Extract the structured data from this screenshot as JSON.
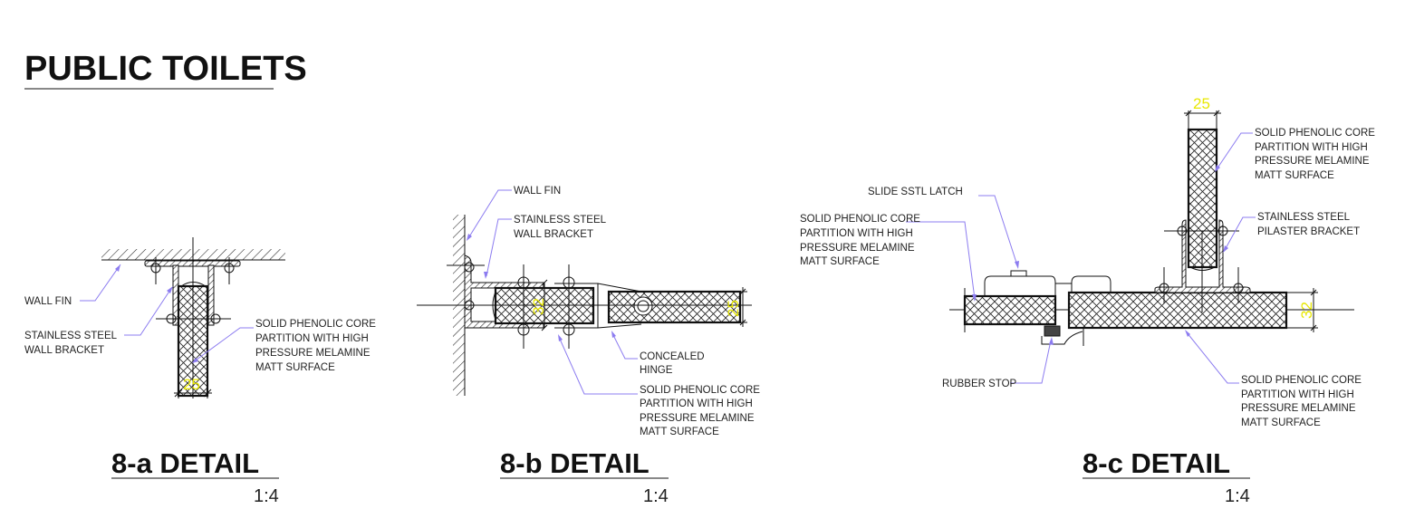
{
  "title": "PUBLIC TOILETS",
  "colors": {
    "leader": "#8c7cf0",
    "dimension_text": "#e8e800",
    "line": "#111111"
  },
  "details": {
    "a": {
      "title": "8-a DETAIL",
      "scale": "1:4",
      "dimension": "25",
      "labels": {
        "wall_fin": [
          "WALL FIN"
        ],
        "bracket": [
          "STAINLESS STEEL",
          "WALL BRACKET"
        ],
        "partition": [
          "SOLID PHENOLIC CORE",
          "PARTITION WITH HIGH",
          "PRESSURE MELAMINE",
          "MATT SURFACE"
        ]
      }
    },
    "b": {
      "title": "8-b DETAIL",
      "scale": "1:4",
      "dimension_panel": "32",
      "dimension_door": "25",
      "labels": {
        "wall_fin": [
          "WALL FIN"
        ],
        "bracket": [
          "STAINLESS STEEL",
          "WALL BRACKET"
        ],
        "hinge": [
          "CONCEALED",
          "HINGE"
        ],
        "partition": [
          "SOLID PHENOLIC CORE",
          "PARTITION WITH HIGH",
          "PRESSURE MELAMINE",
          "MATT SURFACE"
        ]
      }
    },
    "c": {
      "title": "8-c DETAIL",
      "scale": "1:4",
      "dimension_pilaster": "25",
      "dimension_panel": "32",
      "labels": {
        "latch": [
          "SLIDE SSTL LATCH"
        ],
        "partition_left": [
          "SOLID PHENOLIC CORE",
          "PARTITION WITH HIGH",
          "PRESSURE MELAMINE",
          "MATT SURFACE"
        ],
        "partition_top": [
          "SOLID PHENOLIC CORE",
          "PARTITION WITH HIGH",
          "PRESSURE MELAMINE",
          "MATT SURFACE"
        ],
        "bracket": [
          "STAINLESS STEEL",
          "PILASTER BRACKET"
        ],
        "rubber_stop": [
          "RUBBER STOP"
        ],
        "partition_bottom": [
          "SOLID PHENOLIC CORE",
          "PARTITION WITH HIGH",
          "PRESSURE MELAMINE",
          "MATT SURFACE"
        ]
      }
    }
  }
}
